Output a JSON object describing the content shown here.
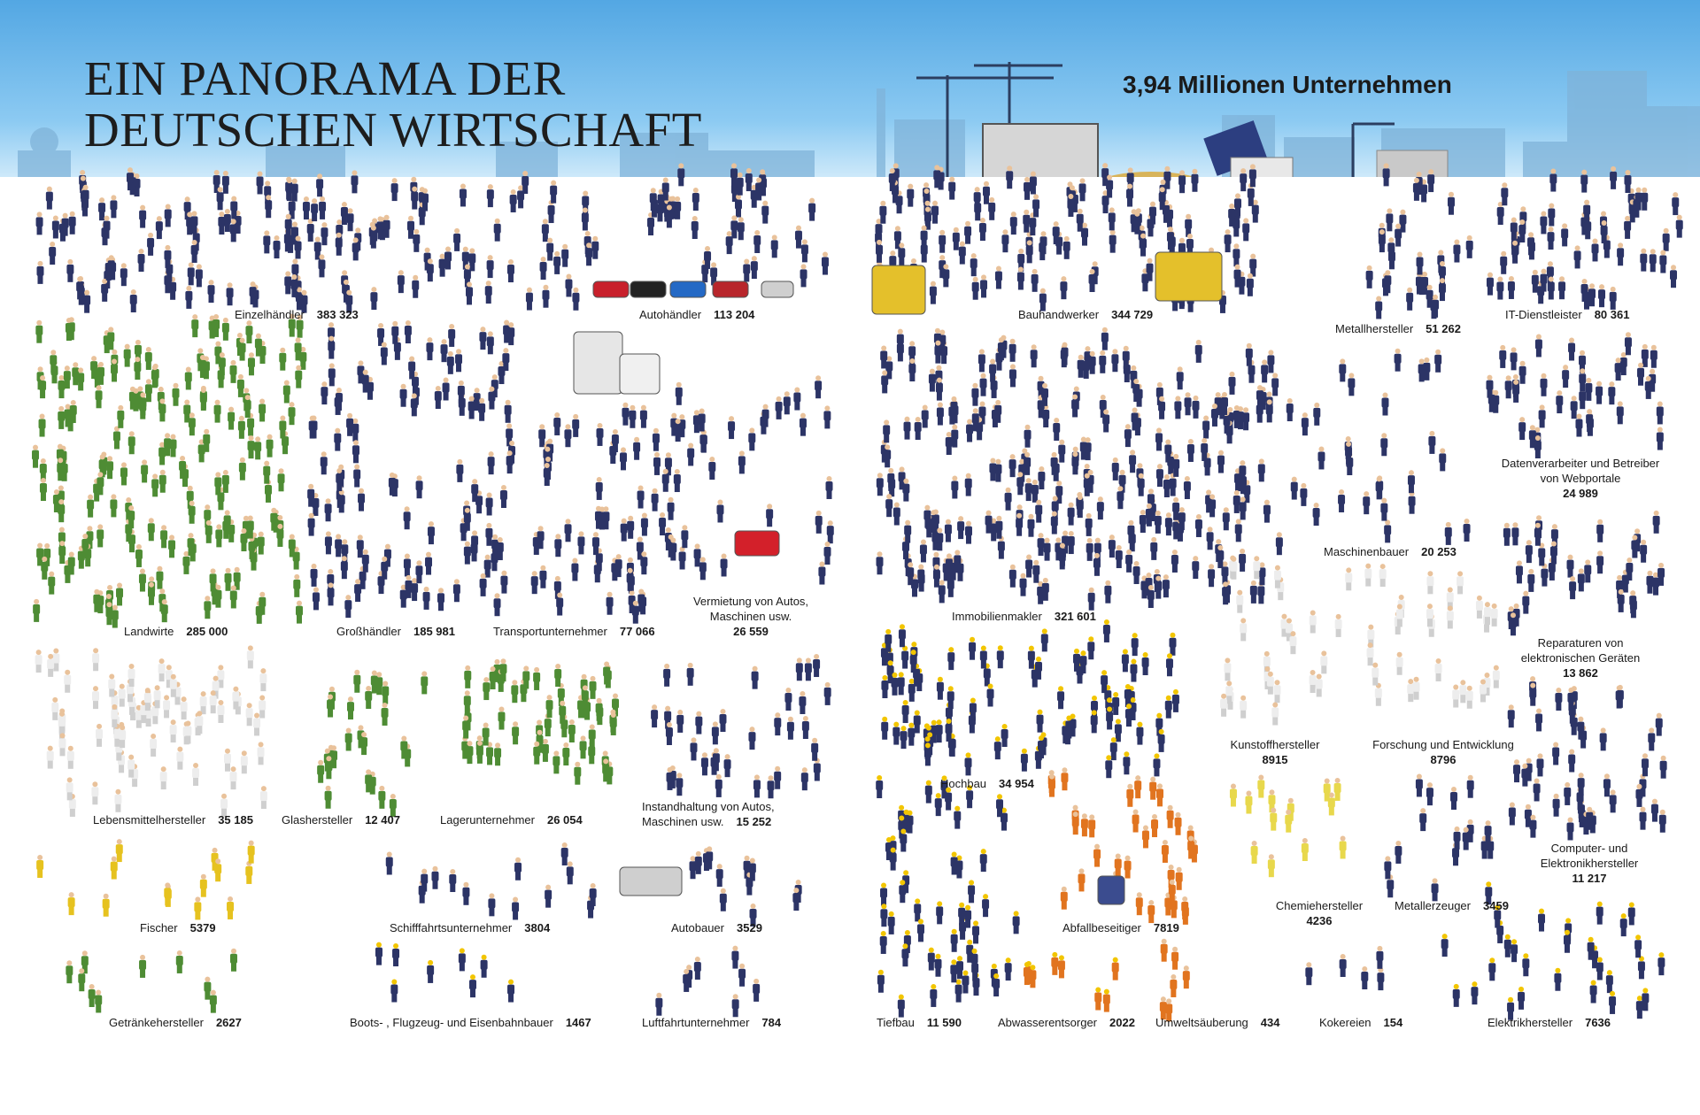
{
  "title_lines": [
    "EIN PANORAMA DER",
    "DEUTSCHEN WIRTSCHAFT"
  ],
  "headline": "3,94 Millionen Unternehmen",
  "colors": {
    "sky": "#6fbbec",
    "navy_workers": "#2c3466",
    "farmers_green": "#4e8c34",
    "bakers_white": "#ededed",
    "fishers_yellow": "#e6c21f",
    "waste_orange": "#e1741f",
    "chem_yellow": "#e8d84c",
    "hardhat": "#f2c500"
  },
  "sectors": [
    {
      "name": "Einzelhändler",
      "count": "383 323"
    },
    {
      "name": "Autohändler",
      "count": "113 204"
    },
    {
      "name": "Landwirte",
      "count": "285 000"
    },
    {
      "name": "Großhändler",
      "count": "185 981"
    },
    {
      "name": "Transportunternehmer",
      "count": "77 066"
    },
    {
      "name": "Vermietung von Autos, Maschinen usw.",
      "count": "26 559"
    },
    {
      "name": "Lebensmittelhersteller",
      "count": "35 185"
    },
    {
      "name": "Glashersteller",
      "count": "12 407"
    },
    {
      "name": "Lagerunternehmer",
      "count": "26 054"
    },
    {
      "name": "Instandhaltung von Autos, Maschinen usw.",
      "count": "15 252"
    },
    {
      "name": "Fischer",
      "count": "5379"
    },
    {
      "name": "Schifffahrtsunternehmer",
      "count": "3804"
    },
    {
      "name": "Autobauer",
      "count": "3529"
    },
    {
      "name": "Getränkehersteller",
      "count": "2627"
    },
    {
      "name": "Boots- , Flugzeug- und Eisenbahnbauer",
      "count": "1467"
    },
    {
      "name": "Luftfahrtunternehmer",
      "count": "784"
    },
    {
      "name": "Bauhandwerker",
      "count": "344 729"
    },
    {
      "name": "Metallhersteller",
      "count": "51 262"
    },
    {
      "name": "IT-Dienstleister",
      "count": "80 361"
    },
    {
      "name": "Datenverarbeiter und Betreiber von Webportale",
      "count": "24 989"
    },
    {
      "name": "Maschinenbauer",
      "count": "20 253"
    },
    {
      "name": "Immobilienmakler",
      "count": "321 601"
    },
    {
      "name": "Reparaturen von elektronischen Geräten",
      "count": "13 862"
    },
    {
      "name": "Kunstoffhersteller",
      "count": "8915"
    },
    {
      "name": "Forschung und Entwicklung",
      "count": "8796"
    },
    {
      "name": "Hochbau",
      "count": "34 954"
    },
    {
      "name": "Computer- und Elektronikhersteller",
      "count": "11 217"
    },
    {
      "name": "Chemiehersteller",
      "count": "4236"
    },
    {
      "name": "Metallerzeuger",
      "count": "3459"
    },
    {
      "name": "Abfallbeseitiger",
      "count": "7819"
    },
    {
      "name": "Tiefbau",
      "count": "11 590"
    },
    {
      "name": "Abwasserentsorger",
      "count": "2022"
    },
    {
      "name": "Umweltsäuberung",
      "count": "434"
    },
    {
      "name": "Kokereien",
      "count": "154"
    },
    {
      "name": "Elektrikhersteller",
      "count": "7636"
    }
  ]
}
